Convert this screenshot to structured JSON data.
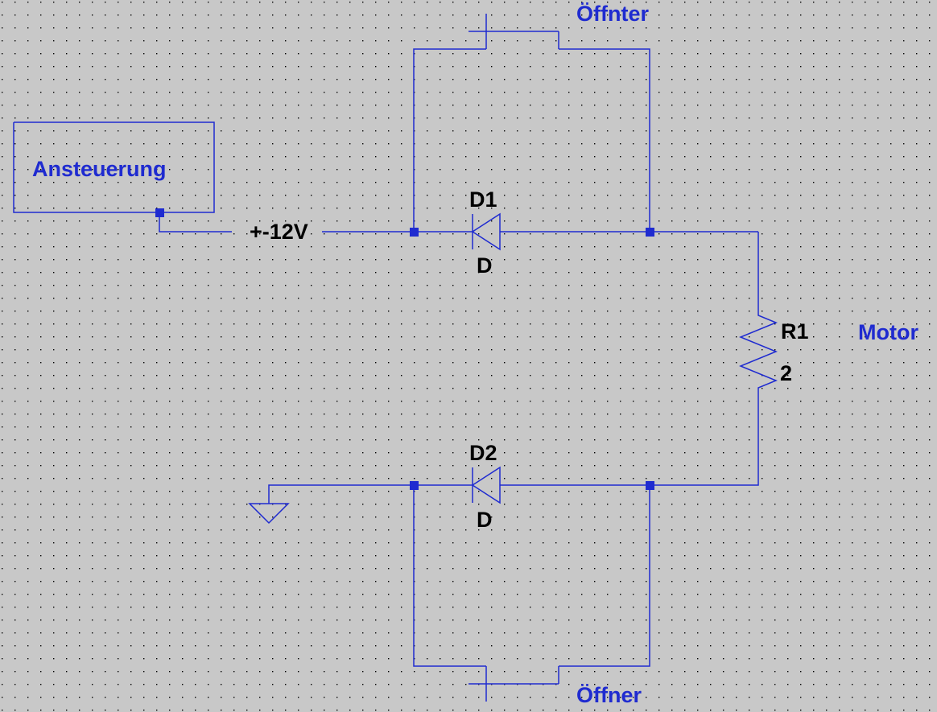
{
  "schematic": {
    "control_block_label": "Ansteuerung",
    "net_label": "+-12V",
    "switch_top_label": "Öffnter",
    "switch_bottom_label": "Öffner",
    "motor_label": "Motor",
    "d1": {
      "name": "D1",
      "value": "D"
    },
    "d2": {
      "name": "D2",
      "value": "D"
    },
    "r1": {
      "name": "R1",
      "value": "2"
    }
  },
  "colors": {
    "background": "#c8c8c8",
    "grid_dot": "#000000",
    "wire": "#1f2bd0",
    "component_text": "#000000",
    "comment_text": "#1f2bd0"
  }
}
